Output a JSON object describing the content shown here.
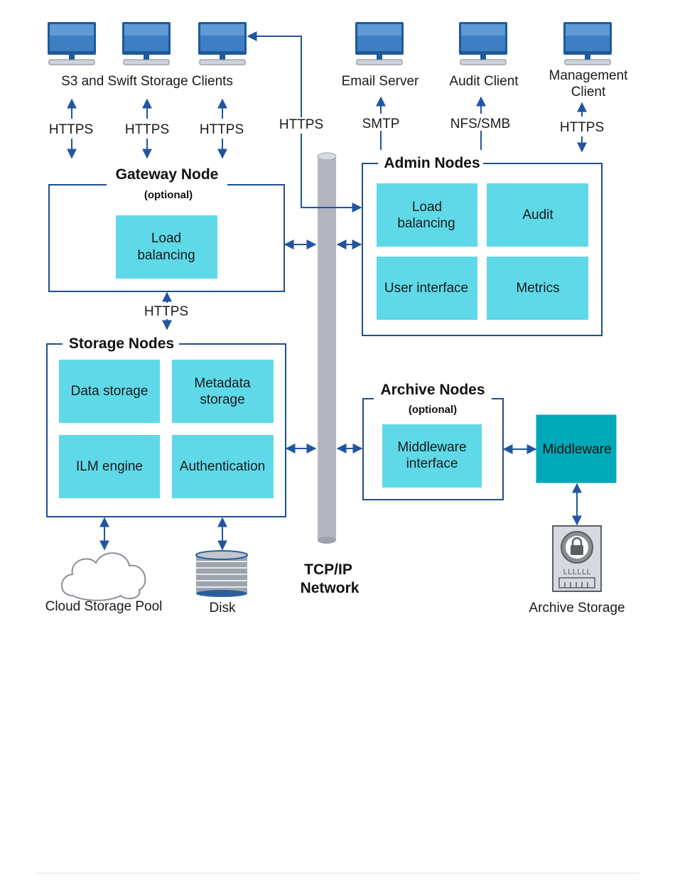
{
  "colors": {
    "node_border": "#1f4f8a",
    "service_fill": "#5fd9e8",
    "middleware_fill": "#00a8b8",
    "connector": "#2155a0",
    "network_pipe": "#b3b6bf"
  },
  "clients": {
    "storage_clients_label": "S3 and Swift Storage Clients",
    "email_server": "Email Server",
    "audit_client": "Audit Client",
    "management_client_line1": "Management",
    "management_client_line2": "Client"
  },
  "protocols": {
    "https": "HTTPS",
    "smtp": "SMTP",
    "nfs_smb": "NFS/SMB"
  },
  "gateway_node": {
    "title": "Gateway Node",
    "subtitle": "(optional)",
    "services": [
      {
        "line1": "Load",
        "line2": "balancing"
      }
    ]
  },
  "admin_nodes": {
    "title": "Admin Nodes",
    "services": [
      {
        "line1": "Load",
        "line2": "balancing"
      },
      {
        "line1": "Audit",
        "line2": ""
      },
      {
        "line1": "User interface",
        "line2": ""
      },
      {
        "line1": "Metrics",
        "line2": ""
      }
    ]
  },
  "storage_nodes": {
    "title": "Storage Nodes",
    "services": [
      {
        "line1": "Data storage",
        "line2": ""
      },
      {
        "line1": "Metadata",
        "line2": "storage"
      },
      {
        "line1": "ILM engine",
        "line2": ""
      },
      {
        "line1": "Authentication",
        "line2": ""
      }
    ]
  },
  "archive_nodes": {
    "title": "Archive Nodes",
    "subtitle": "(optional)",
    "services": [
      {
        "line1": "Middleware",
        "line2": "interface"
      }
    ]
  },
  "middleware": "Middleware",
  "network": {
    "line1": "TCP/IP",
    "line2": "Network"
  },
  "storage_targets": {
    "cloud_pool": "Cloud Storage Pool",
    "disk": "Disk",
    "archive_storage": "Archive Storage"
  }
}
